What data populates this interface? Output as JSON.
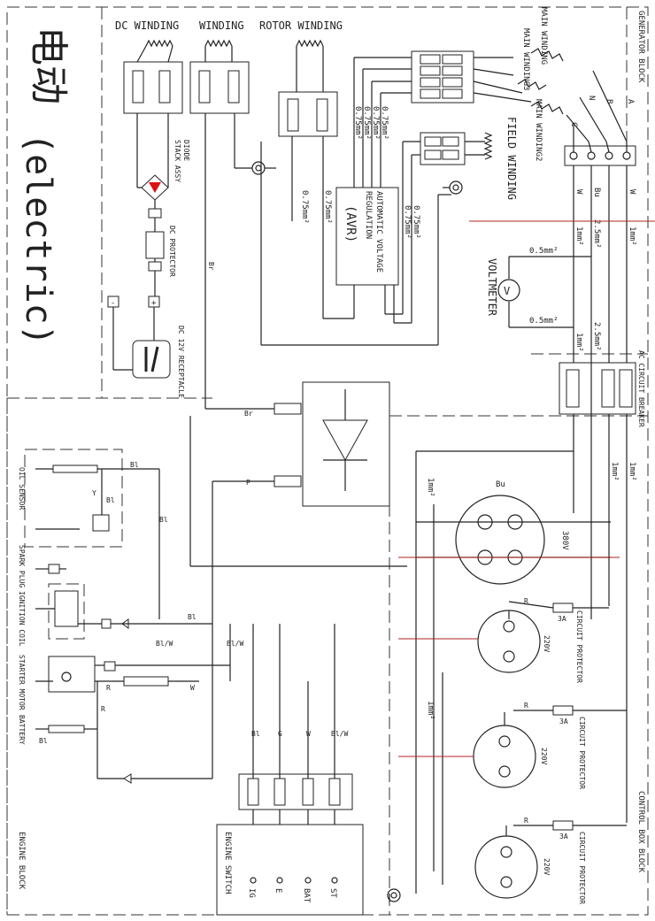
{
  "header": {
    "brand_chars": "电动",
    "brand_word": "(electric)",
    "dc_winding": "DC WINDING",
    "winding": "WINDING",
    "rotor_winding": "ROTOR WINDING"
  },
  "blocks": {
    "generator_block": "GENERATOR BLOCK",
    "engine_block": "ENGINE BLOCK",
    "control_box_block": "CONTROL BOX BLOCK",
    "ac_circuit_breaker": "AC CIRCUIT BREAKER",
    "engine_switch": "ENGINE SWITCH"
  },
  "windings": {
    "main_winding": "MAIN WINDING",
    "main_winding3": "MAIN WINDING3",
    "main_winding2": "MAIN WINDING2",
    "field_winding": "FIELD WINDING"
  },
  "terminals": {
    "A": "A",
    "B": "B",
    "C": "C",
    "N": "N",
    "W": "W",
    "Bu": "Bu",
    "Br": "Br",
    "P": "P",
    "R": "R",
    "G": "G",
    "Bl": "Bl",
    "Y": "Y",
    "BlW": "Bl/W",
    "plus": "+",
    "minus": "-"
  },
  "components": {
    "diode_stack_1": "DIODE",
    "diode_stack_2": "STACK ASSY",
    "dc_protector": "DC PROTECTOR",
    "dc_receptacle": "DC 12V RECEPTACLE",
    "avr_1": "AUTOMATIC VOLTAGE",
    "avr_2": "REGULATION",
    "avr_3": "(AVR)",
    "voltmeter": "VOLTMETER",
    "oil_sensor": "OIL SENSOR",
    "spark_plug": "SPARK PLUG",
    "ignition_coil": "IGNITION COIL",
    "starter_motor": "STARTER MOTOR",
    "battery": "BATTERY",
    "circuit_protector": "CIRCUIT PROTECTOR",
    "rating_3a": "3A",
    "v380": "380V",
    "v220": "220V"
  },
  "wire_sizes": {
    "s075": "0.75mm²",
    "s05": "0.5mm²",
    "s1": "1mm²",
    "s25": "2.5mm²"
  },
  "switch_positions": [
    "IG",
    "E",
    "BAT",
    "ST"
  ]
}
